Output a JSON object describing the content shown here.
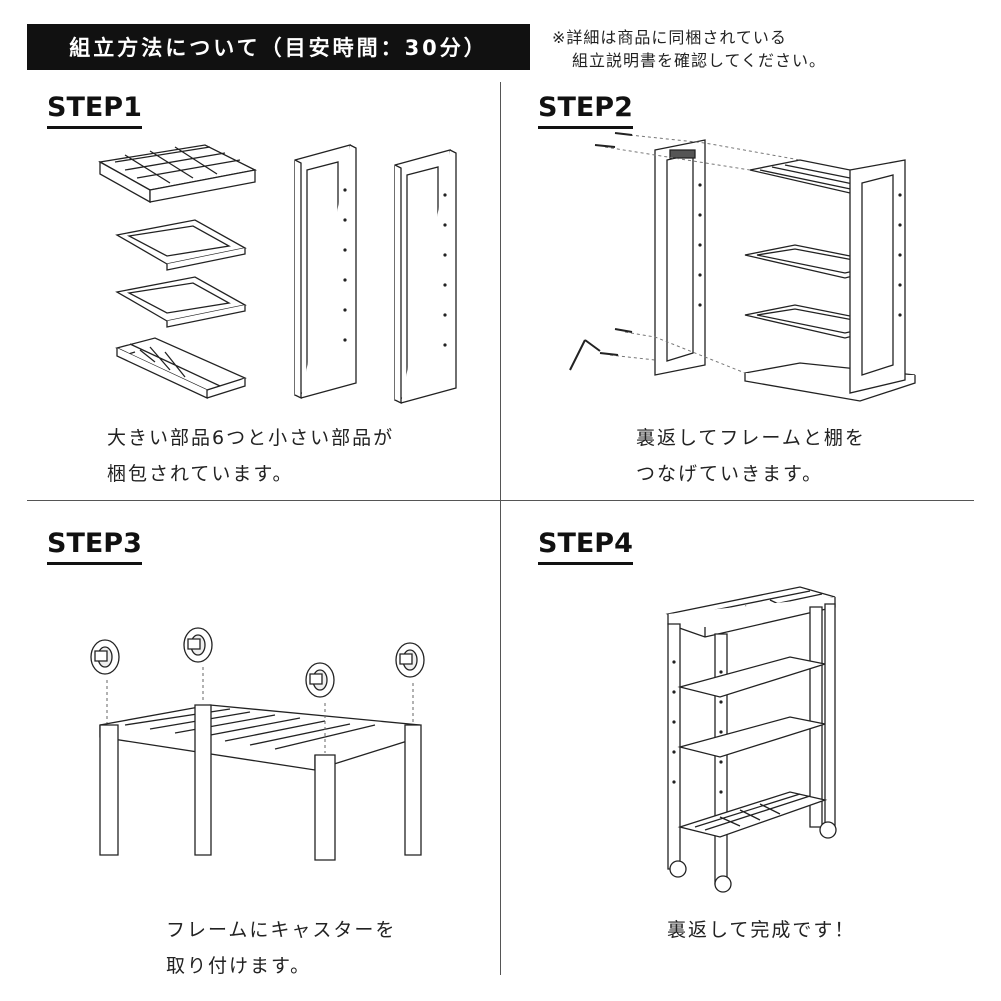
{
  "header": {
    "title": "組立方法について（目安時間：30分）",
    "note_line1": "※詳細は商品に同梱されている",
    "note_line2": "組立説明書を確認してください。"
  },
  "steps": [
    {
      "title": "STEP1",
      "caption_line1": "大きい部品6つと小さい部品が",
      "caption_line2": "梱包されています。"
    },
    {
      "title": "STEP2",
      "caption_line1": "裏返してフレームと棚を",
      "caption_line2": "つなげていきます。"
    },
    {
      "title": "STEP3",
      "caption_line1": "フレームにキャスターを",
      "caption_line2": "取り付けます。"
    },
    {
      "title": "STEP4",
      "caption_line1": "裏返して完成です！",
      "caption_line2": ""
    }
  ]
}
